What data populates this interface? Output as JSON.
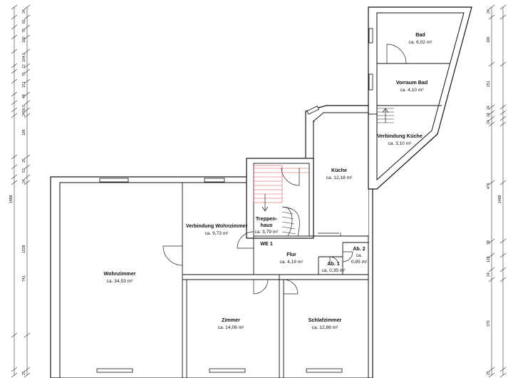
{
  "rooms": {
    "bad": {
      "name": "Bad",
      "area": "ca. 6,02 m²"
    },
    "vorraum_bad": {
      "name": "Vorraum Bad",
      "area": "ca. 4,10 m²"
    },
    "verbindung_kueche": {
      "name": "Verbindung Küche",
      "area": "ca. 3,10 m²"
    },
    "kueche": {
      "name": "Küche",
      "area": "ca. 12,18 m²"
    },
    "treppenhaus": {
      "name_line1": "Treppen-",
      "name_line2": "haus",
      "area": "ca. 3,79 m²"
    },
    "we1": {
      "name": "WE 1"
    },
    "verbindung_wohnzimmer": {
      "name": "Verbindung Wohnzimmer",
      "area": "ca. 9,73 m²"
    },
    "wohnzimmer": {
      "name": "Wohnzimmer",
      "area": "ca. 34,53 m²"
    },
    "flur": {
      "name": "Flur",
      "area": "ca. 4,19 m²"
    },
    "ab1": {
      "name": "Ab. 1",
      "area": "ca. 0,35 m²"
    },
    "ab2": {
      "name": "Ab. 2",
      "area_line1": "ca.",
      "area_line2": "0,95 m²"
    },
    "zimmer": {
      "name": "Zimmer",
      "area": "ca. 14,06 m²"
    },
    "schlafzimmer": {
      "name": "Schlafzimmer",
      "area": "ca. 12,88 m²"
    }
  },
  "dimensions": {
    "left_inner": [
      "24",
      "81",
      "78",
      "180",
      "164,5",
      "12",
      "76",
      "151",
      "48",
      "56,5",
      "24",
      "189",
      "25",
      "53",
      "24",
      "1028",
      "741",
      "25"
    ],
    "left_total": "1488",
    "right_inner": [
      "24",
      "186",
      "151",
      "24",
      "24",
      "24",
      "476",
      "38",
      "128",
      "24",
      "370",
      "25"
    ],
    "right_total": "1488"
  }
}
